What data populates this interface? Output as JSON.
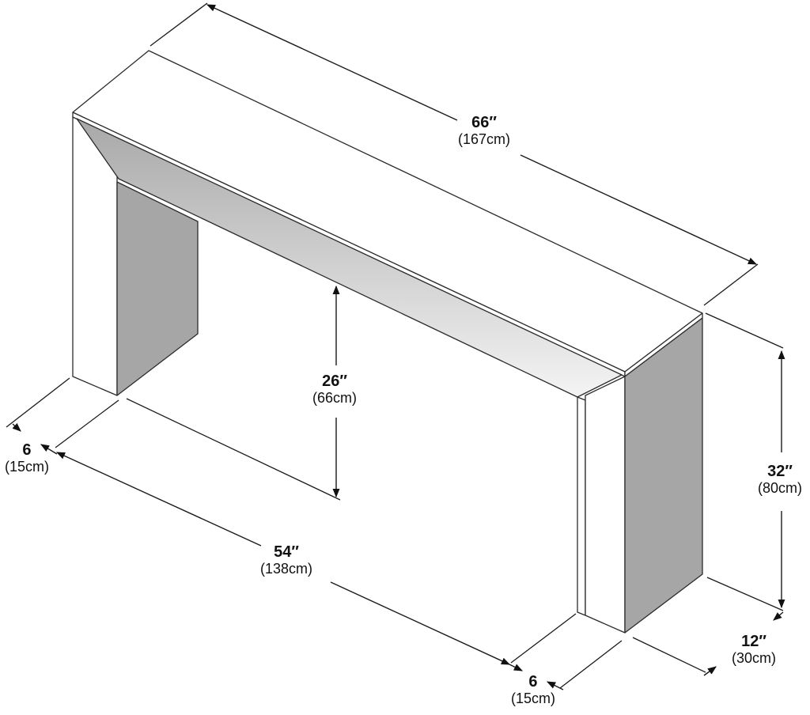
{
  "dimensions": [
    {
      "id": "width",
      "value": "66″",
      "metric": "(167cm)"
    },
    {
      "id": "height",
      "value": "32″",
      "metric": "(80cm)"
    },
    {
      "id": "clearance",
      "value": "26″",
      "metric": "(66cm)"
    },
    {
      "id": "inner-width",
      "value": "54″",
      "metric": "(138cm)"
    },
    {
      "id": "left-leg-width",
      "value": "6",
      "metric": "(15cm)"
    },
    {
      "id": "right-leg-width",
      "value": "6",
      "metric": "(15cm)"
    },
    {
      "id": "depth",
      "value": "12″",
      "metric": "(30cm)"
    }
  ],
  "colors": {
    "line": "#2b2b2b",
    "shade": "#a6a6a6",
    "background": "#ffffff"
  }
}
